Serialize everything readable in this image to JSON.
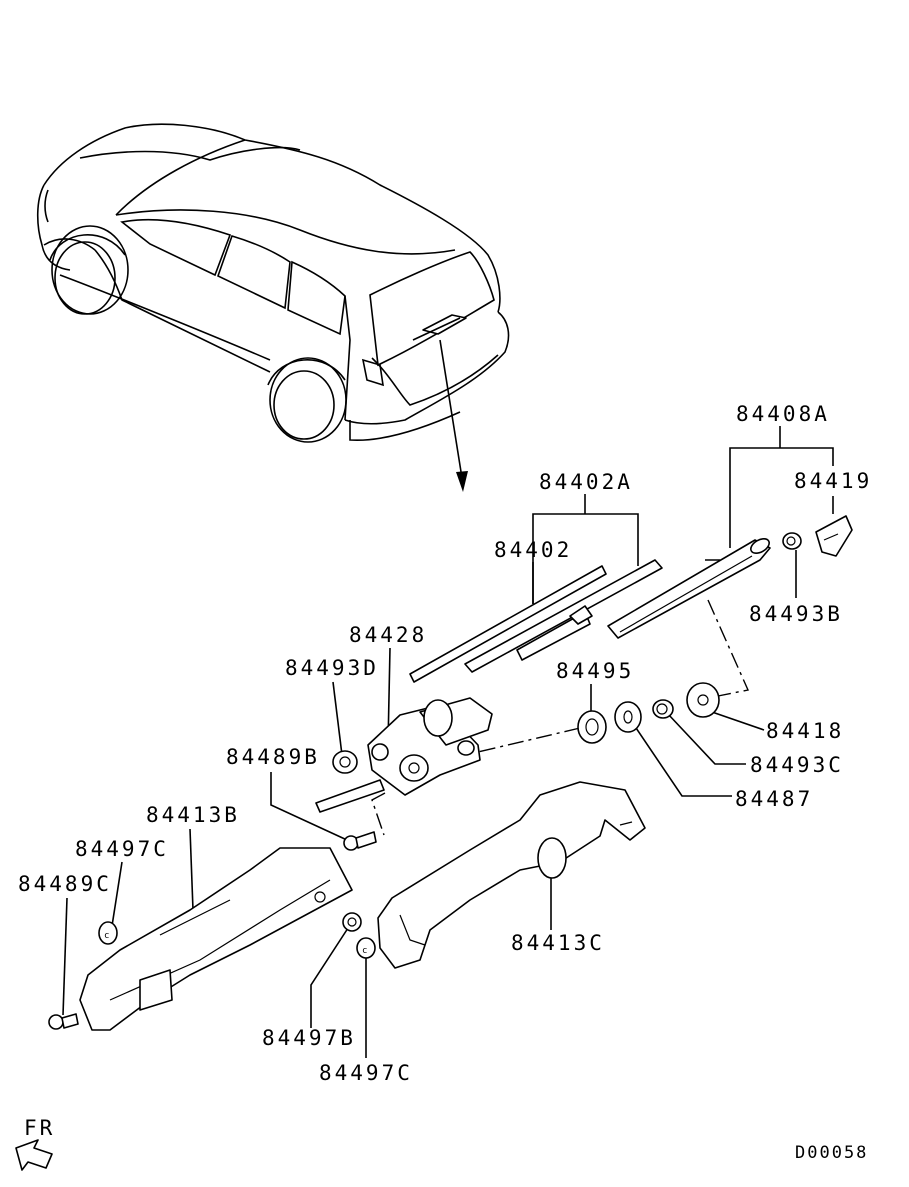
{
  "labels": {
    "p84408A": "84408A",
    "p84419": "84419",
    "p84402A": "84402A",
    "p84402": "84402",
    "p84493B": "84493B",
    "p84428": "84428",
    "p84493D": "84493D",
    "p84495": "84495",
    "p84418": "84418",
    "p84493C": "84493C",
    "p84489B": "84489B",
    "p84487": "84487",
    "p84413B": "84413B",
    "p84497C_top": "84497C",
    "p84489C": "84489C",
    "p84413C": "84413C",
    "p84497B": "84497B",
    "p84497C_bottom": "84497C",
    "front": "FR",
    "drawing_code": "D00058"
  },
  "icons": {
    "front_arrow": "front-direction-arrow-icon"
  }
}
